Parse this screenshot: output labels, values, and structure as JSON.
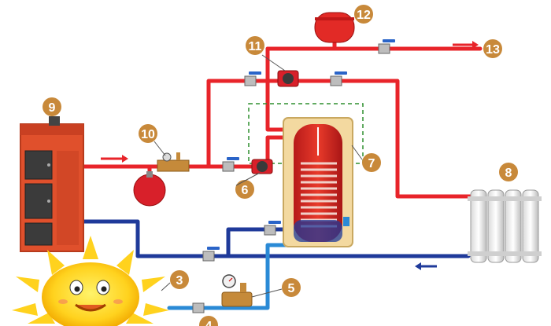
{
  "colors": {
    "hot_pipe": "#e8242a",
    "cold_pipe": "#1f3a9a",
    "water_pipe": "#2a8ad6",
    "badge": "#c8893a",
    "boiler": "#e0502c",
    "tank_casing": "#f3d9a0",
    "dashed_outline": "#2f8f2f",
    "valve_handle": "#2a64c8"
  },
  "callouts": {
    "n3": "3",
    "n4": "4",
    "n5": "5",
    "n6": "6",
    "n7": "7",
    "n8": "8",
    "n9": "9",
    "n10": "10",
    "n11": "11",
    "n12": "12",
    "n13": "13"
  },
  "icons": [
    "solid-fuel-boiler-icon",
    "expansion-tank-icon",
    "circulation-pump-icon",
    "ball-valve-icon",
    "indirect-water-heater-icon",
    "radiator-icon",
    "sun-icon",
    "pressure-gauge-icon",
    "flow-arrow-icon"
  ]
}
